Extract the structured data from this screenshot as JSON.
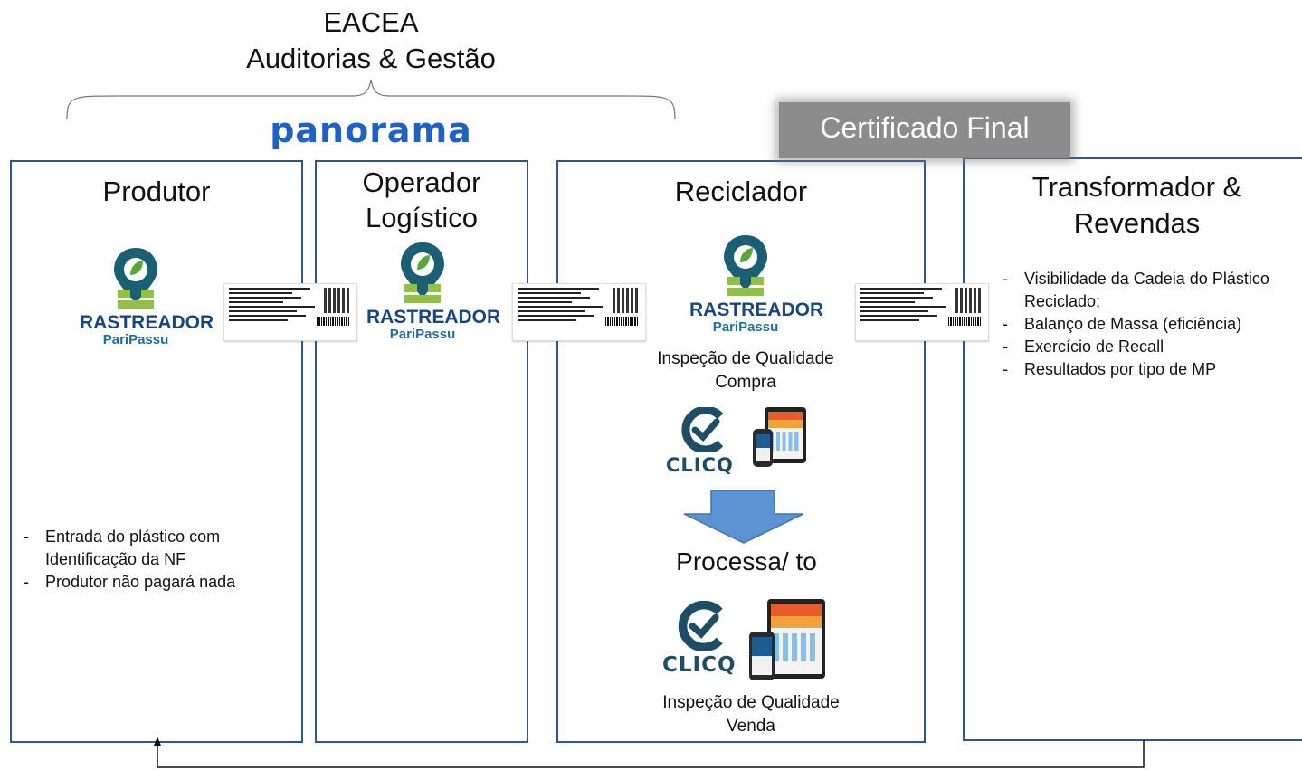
{
  "header": {
    "org": "EACEA",
    "subtitle": "Auditorias & Gestão",
    "brand": "panorama"
  },
  "certificate": "Certificado Final",
  "columns": {
    "produtor": {
      "title": "Produtor",
      "bullets": [
        "Entrada do plástico com Identificação da NF",
        "Produtor não pagará nada"
      ]
    },
    "operador": {
      "title_line1": "Operador",
      "title_line2": "Logístico"
    },
    "reciclador": {
      "title": "Reciclador",
      "caption_top": "Inspeção de Qualidade Compra",
      "process_label": "Processa/ to",
      "caption_bottom": "Inspeção de Qualidade Venda"
    },
    "transformador": {
      "title_line1": "Transformador &",
      "title_line2": "Revendas",
      "bullets": [
        "Visibilidade da Cadeia do Plástico Reciclado;",
        "Balanço de Massa (eficiência)",
        "Exercício de Recall",
        "Resultados por tipo de MP"
      ]
    }
  },
  "logos": {
    "rastreador_main": "RASTREADOR",
    "rastreador_sub": "PariPassu",
    "clicq": "CLICQ"
  },
  "colors": {
    "box_border": "#2f5597",
    "brand_blue": "#1f62c4",
    "arrow_blue": "#4a86c8",
    "pin_teal": "#1a5f73",
    "leaf_green": "#5aa63c"
  }
}
